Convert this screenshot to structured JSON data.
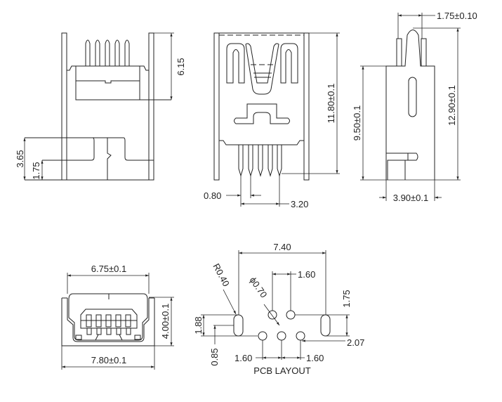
{
  "side_view": {
    "dim_height": "6.15",
    "dim_step_high": "3.65",
    "dim_step_low": "1.75"
  },
  "top_view": {
    "dim_height": "11.80±0.1",
    "dim_pin_width": "0.80",
    "dim_pin_span": "3.20"
  },
  "end_view": {
    "dim_pin_pitch": "1.75±0.10",
    "dim_total_height": "12.90±0.1",
    "dim_body_height": "9.50±0.1",
    "dim_body_width": "3.90±0.1"
  },
  "front_view": {
    "dim_opening_width": "6.75±0.1",
    "dim_outer_width": "7.80±0.1",
    "dim_height": "4.00±0.1"
  },
  "pcb_layout": {
    "title": "PCB LAYOUT",
    "dim_slot_span": "7.40",
    "dim_slot_radius": "R0.40",
    "dim_hole_dia": "ϕ0.70",
    "dim_top_pitch": "1.60",
    "dim_slot_length": "1.88",
    "dim_slot_offset": "0.85",
    "dim_row_gap": "1.75",
    "dim_edge_offset": "2.07",
    "dim_bottom_pitch_left": "1.60",
    "dim_bottom_pitch_right": "1.60"
  }
}
